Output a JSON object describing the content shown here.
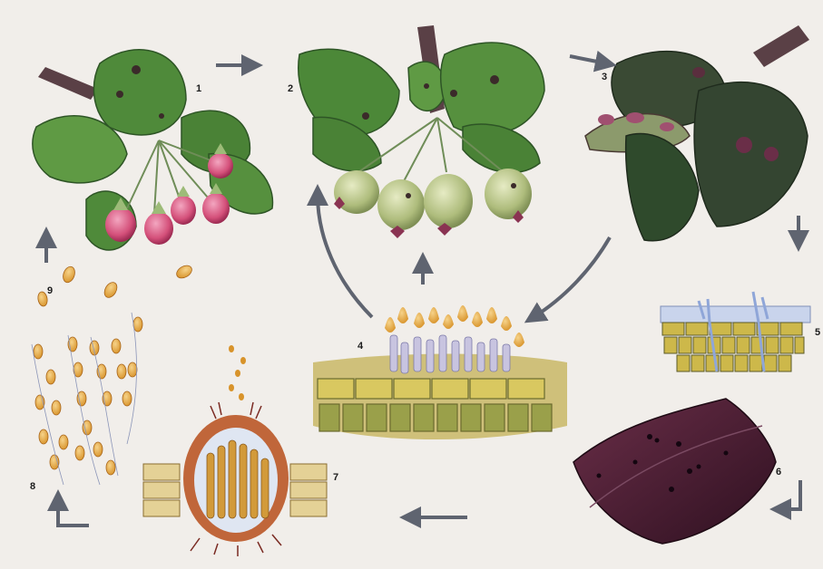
{
  "figure": {
    "stage_labels": [
      "1",
      "2",
      "3",
      "4",
      "5",
      "6",
      "7",
      "8",
      "9"
    ]
  },
  "colors": {
    "background": "#f1eeea",
    "arrow": "#5f6470",
    "leaf_green": "#4f8a3a",
    "leaf_dark": "#2f4a2c",
    "blossom_pink": "#d4507a",
    "fruit_green": "#b9c48a",
    "scab_spot": "#3b2a2a",
    "tissue_yellow": "#d9c860",
    "tissue_olive": "#9aa04a",
    "spore_orange": "#e0a030",
    "dead_leaf_purple": "#4a1e30"
  }
}
